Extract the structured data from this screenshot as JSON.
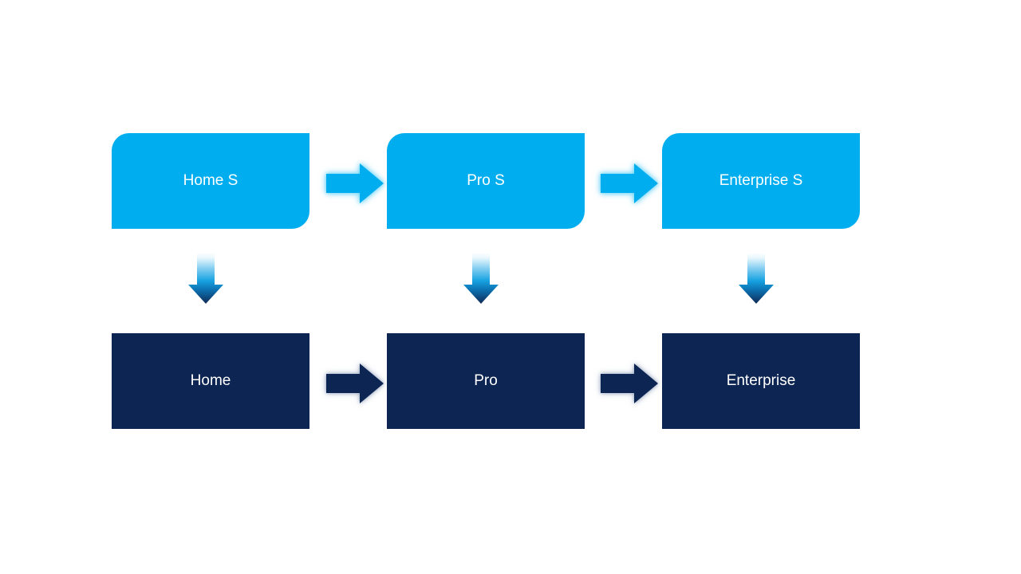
{
  "slide": {
    "background": "#ffffff",
    "columns": [
      {
        "top_label": "Home S",
        "bottom_label": "Home"
      },
      {
        "top_label": "Pro S",
        "bottom_label": "Pro"
      },
      {
        "top_label": "Enterprise S",
        "bottom_label": "Enterprise"
      }
    ],
    "colors": {
      "top_box_fill": "#00aeef",
      "bottom_box_fill": "#0d2552",
      "label_text": "#ffffff",
      "top_arrow_fill": "#00aeef",
      "bottom_arrow_fill": "#0d2552",
      "down_arrow_gradient_top": "#ffffff",
      "down_arrow_gradient_mid": "#17a1e0",
      "down_arrow_gradient_bottom": "#102a56"
    },
    "icons": {
      "right_arrow": "right-arrow-icon",
      "down_arrow": "down-arrow-icon"
    }
  }
}
